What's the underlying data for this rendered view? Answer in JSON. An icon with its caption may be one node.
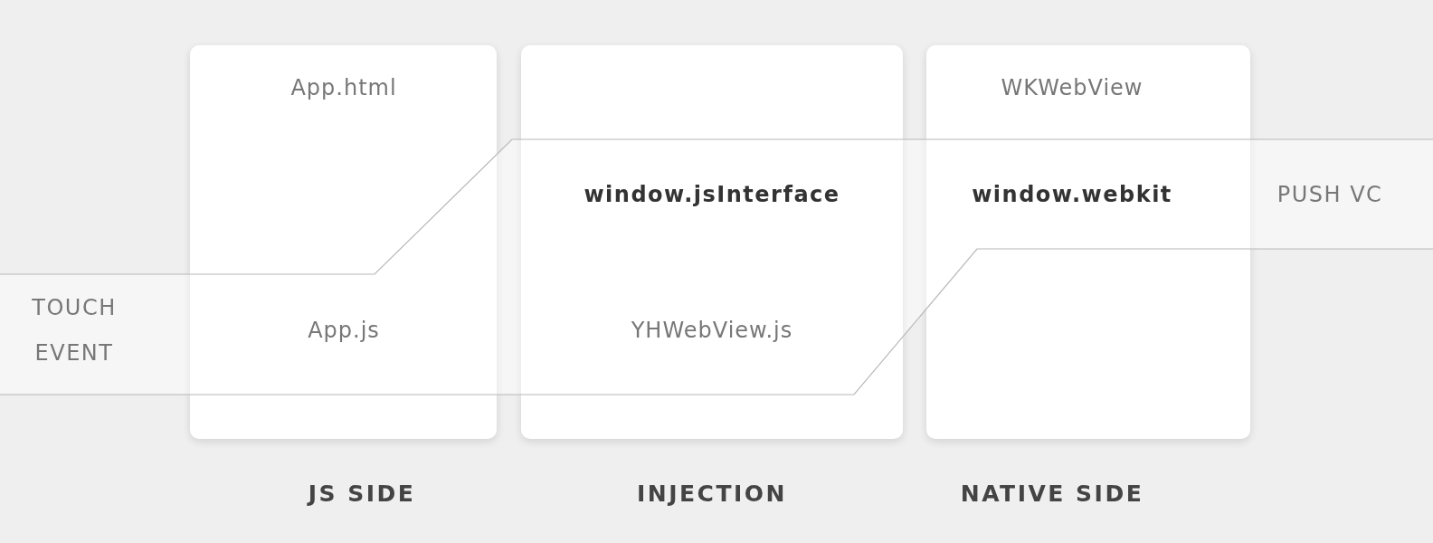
{
  "diagram": {
    "nodes": [
      {
        "text": [
          "App.html",
          "App.js"
        ],
        "beside": [
          "JS SIDE"
        ]
      },
      {
        "text": [
          "window.jsInterface",
          "YHWebView.js"
        ],
        "beside": [
          "INJECTION"
        ]
      },
      {
        "text": [
          "WKWebView",
          "window.webkit"
        ],
        "beside": [
          "NATIVE SIDE"
        ]
      },
      {
        "text": [
          "TOUCH EVENT",
          "PUSH VC"
        ]
      }
    ]
  }
}
